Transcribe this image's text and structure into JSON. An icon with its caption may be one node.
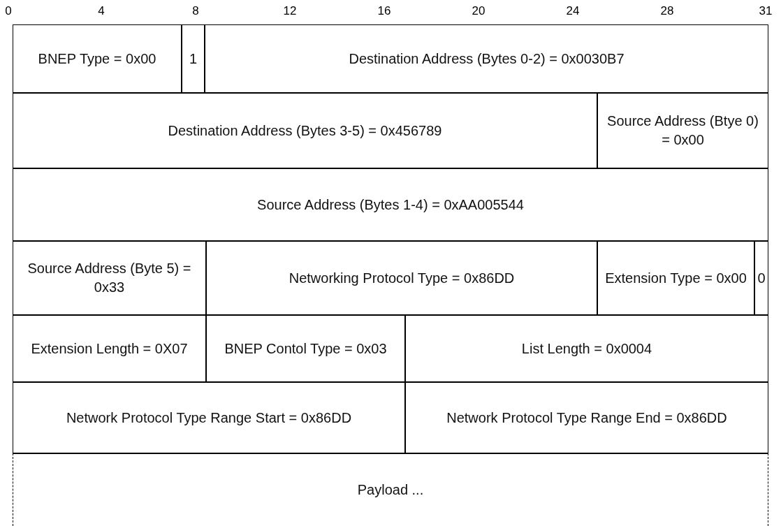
{
  "diagram": {
    "nodes": [
      {
        "text": [
          "BNEP Type = 0x00"
        ]
      },
      {
        "text": [
          "1"
        ]
      },
      {
        "text": [
          "Destination Address (Bytes  0-2) = 0x0030B7"
        ]
      },
      {
        "text": [
          "Destination Address (Bytes  3-5) = 0x456789"
        ]
      },
      {
        "text": [
          "Source  Address (Btye 0) = 0x00"
        ]
      },
      {
        "text": [
          "Source  Address (Bytes  1-4) = 0xAA005544"
        ]
      },
      {
        "text": [
          "Source  Address (Byte 5) = 0x33"
        ]
      },
      {
        "text": [
          "Networking Protocol Type = 0x86DD"
        ]
      },
      {
        "text": [
          "Extension Type = 0x00"
        ]
      },
      {
        "text": [
          "0"
        ]
      },
      {
        "text": [
          "Extension Length = 0X07"
        ]
      },
      {
        "text": [
          "BNEP Contol Type = 0x03"
        ]
      },
      {
        "text": [
          "List Length = 0x0004"
        ]
      },
      {
        "text": [
          "Network Protocol Type Range Start = 0x86DD"
        ]
      },
      {
        "text": [
          "Network Protocol Type Range End = 0x86DD"
        ]
      },
      {
        "text": [
          "Payload ..."
        ]
      }
    ],
    "labels": [
      "0",
      "4",
      "8",
      "12",
      "16",
      "20",
      "24",
      "28",
      "31"
    ]
  }
}
